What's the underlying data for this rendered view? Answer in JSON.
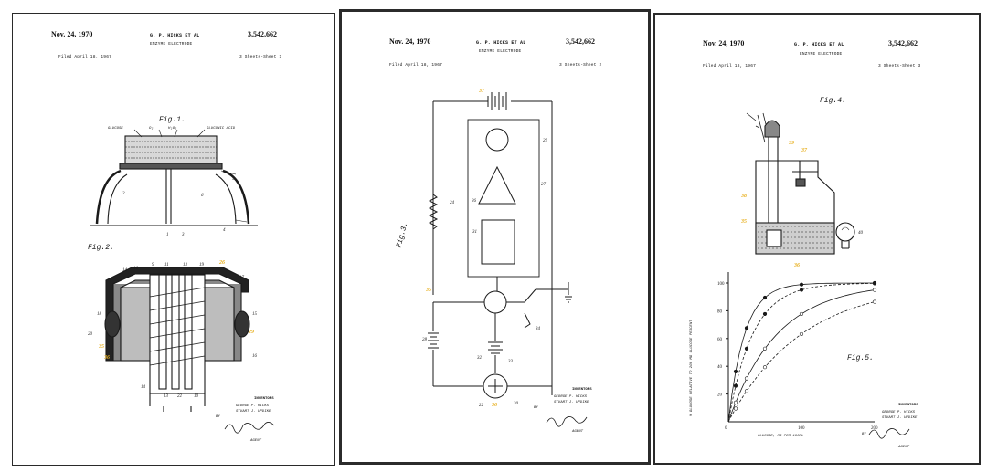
{
  "sheets": [
    {
      "date": "Nov. 24, 1970",
      "inventors_header": "G. P. HICKS ET AL",
      "patent_number": "3,542,662",
      "title": "ENZYME ELECTRODE",
      "filed": "Filed April 18, 1967",
      "sheet_info": "3 Sheets-Sheet 1",
      "fig_a": "Fig.1.",
      "fig_b": "Fig.2.",
      "labels": [
        "GLUCOSE",
        "O₂",
        "H₂O₂",
        "GLUCONIC ACID"
      ],
      "inventors_caption": "INVENTORS",
      "inventor_names": "GEORGE P. HICKS",
      "inventor_names_2": "STUART J. UPDIKE",
      "by": "BY",
      "agent": "AGENT"
    },
    {
      "date": "Nov. 24, 1970",
      "inventors_header": "G. P. HICKS ET AL",
      "patent_number": "3,542,662",
      "title": "ENZYME ELECTRODE",
      "filed": "Filed April 18, 1967",
      "sheet_info": "3 Sheets-Sheet 2",
      "fig_a": "Fig.3.",
      "inventors_caption": "INVENTORS",
      "inventor_names": "GEORGE P. HICKS",
      "inventor_names_2": "STUART J. UPDIKE",
      "by": "BY",
      "agent": "AGENT"
    },
    {
      "date": "Nov. 24, 1970",
      "inventors_header": "G. P. HICKS ET AL",
      "patent_number": "3,542,662",
      "title": "ENZYME ELECTRODE",
      "filed": "Filed April 18, 1967",
      "sheet_info": "3 Sheets-Sheet 3",
      "fig_a": "Fig.4.",
      "fig_b": "Fig.5.",
      "y_axis_label": "% GLUCOSE RELATIVE TO 200 MG GLUCOSE PERCENT",
      "x_axis_label": "GLUCOSE, MG PER 100ML",
      "y_ticks": [
        "100",
        "80",
        "60",
        "40",
        "20"
      ],
      "x_ticks": [
        "0",
        "100",
        "200"
      ],
      "inventors_caption": "INVENTORS",
      "inventor_names": "GEORGE P. HICKS",
      "inventor_names_2": "STUART J. UPDIKE",
      "by": "BY",
      "agent": "AGENT"
    }
  ],
  "colors": {
    "highlight": "#e8b020",
    "ink": "#1a1a1a",
    "frame": "#2a2a2a"
  }
}
